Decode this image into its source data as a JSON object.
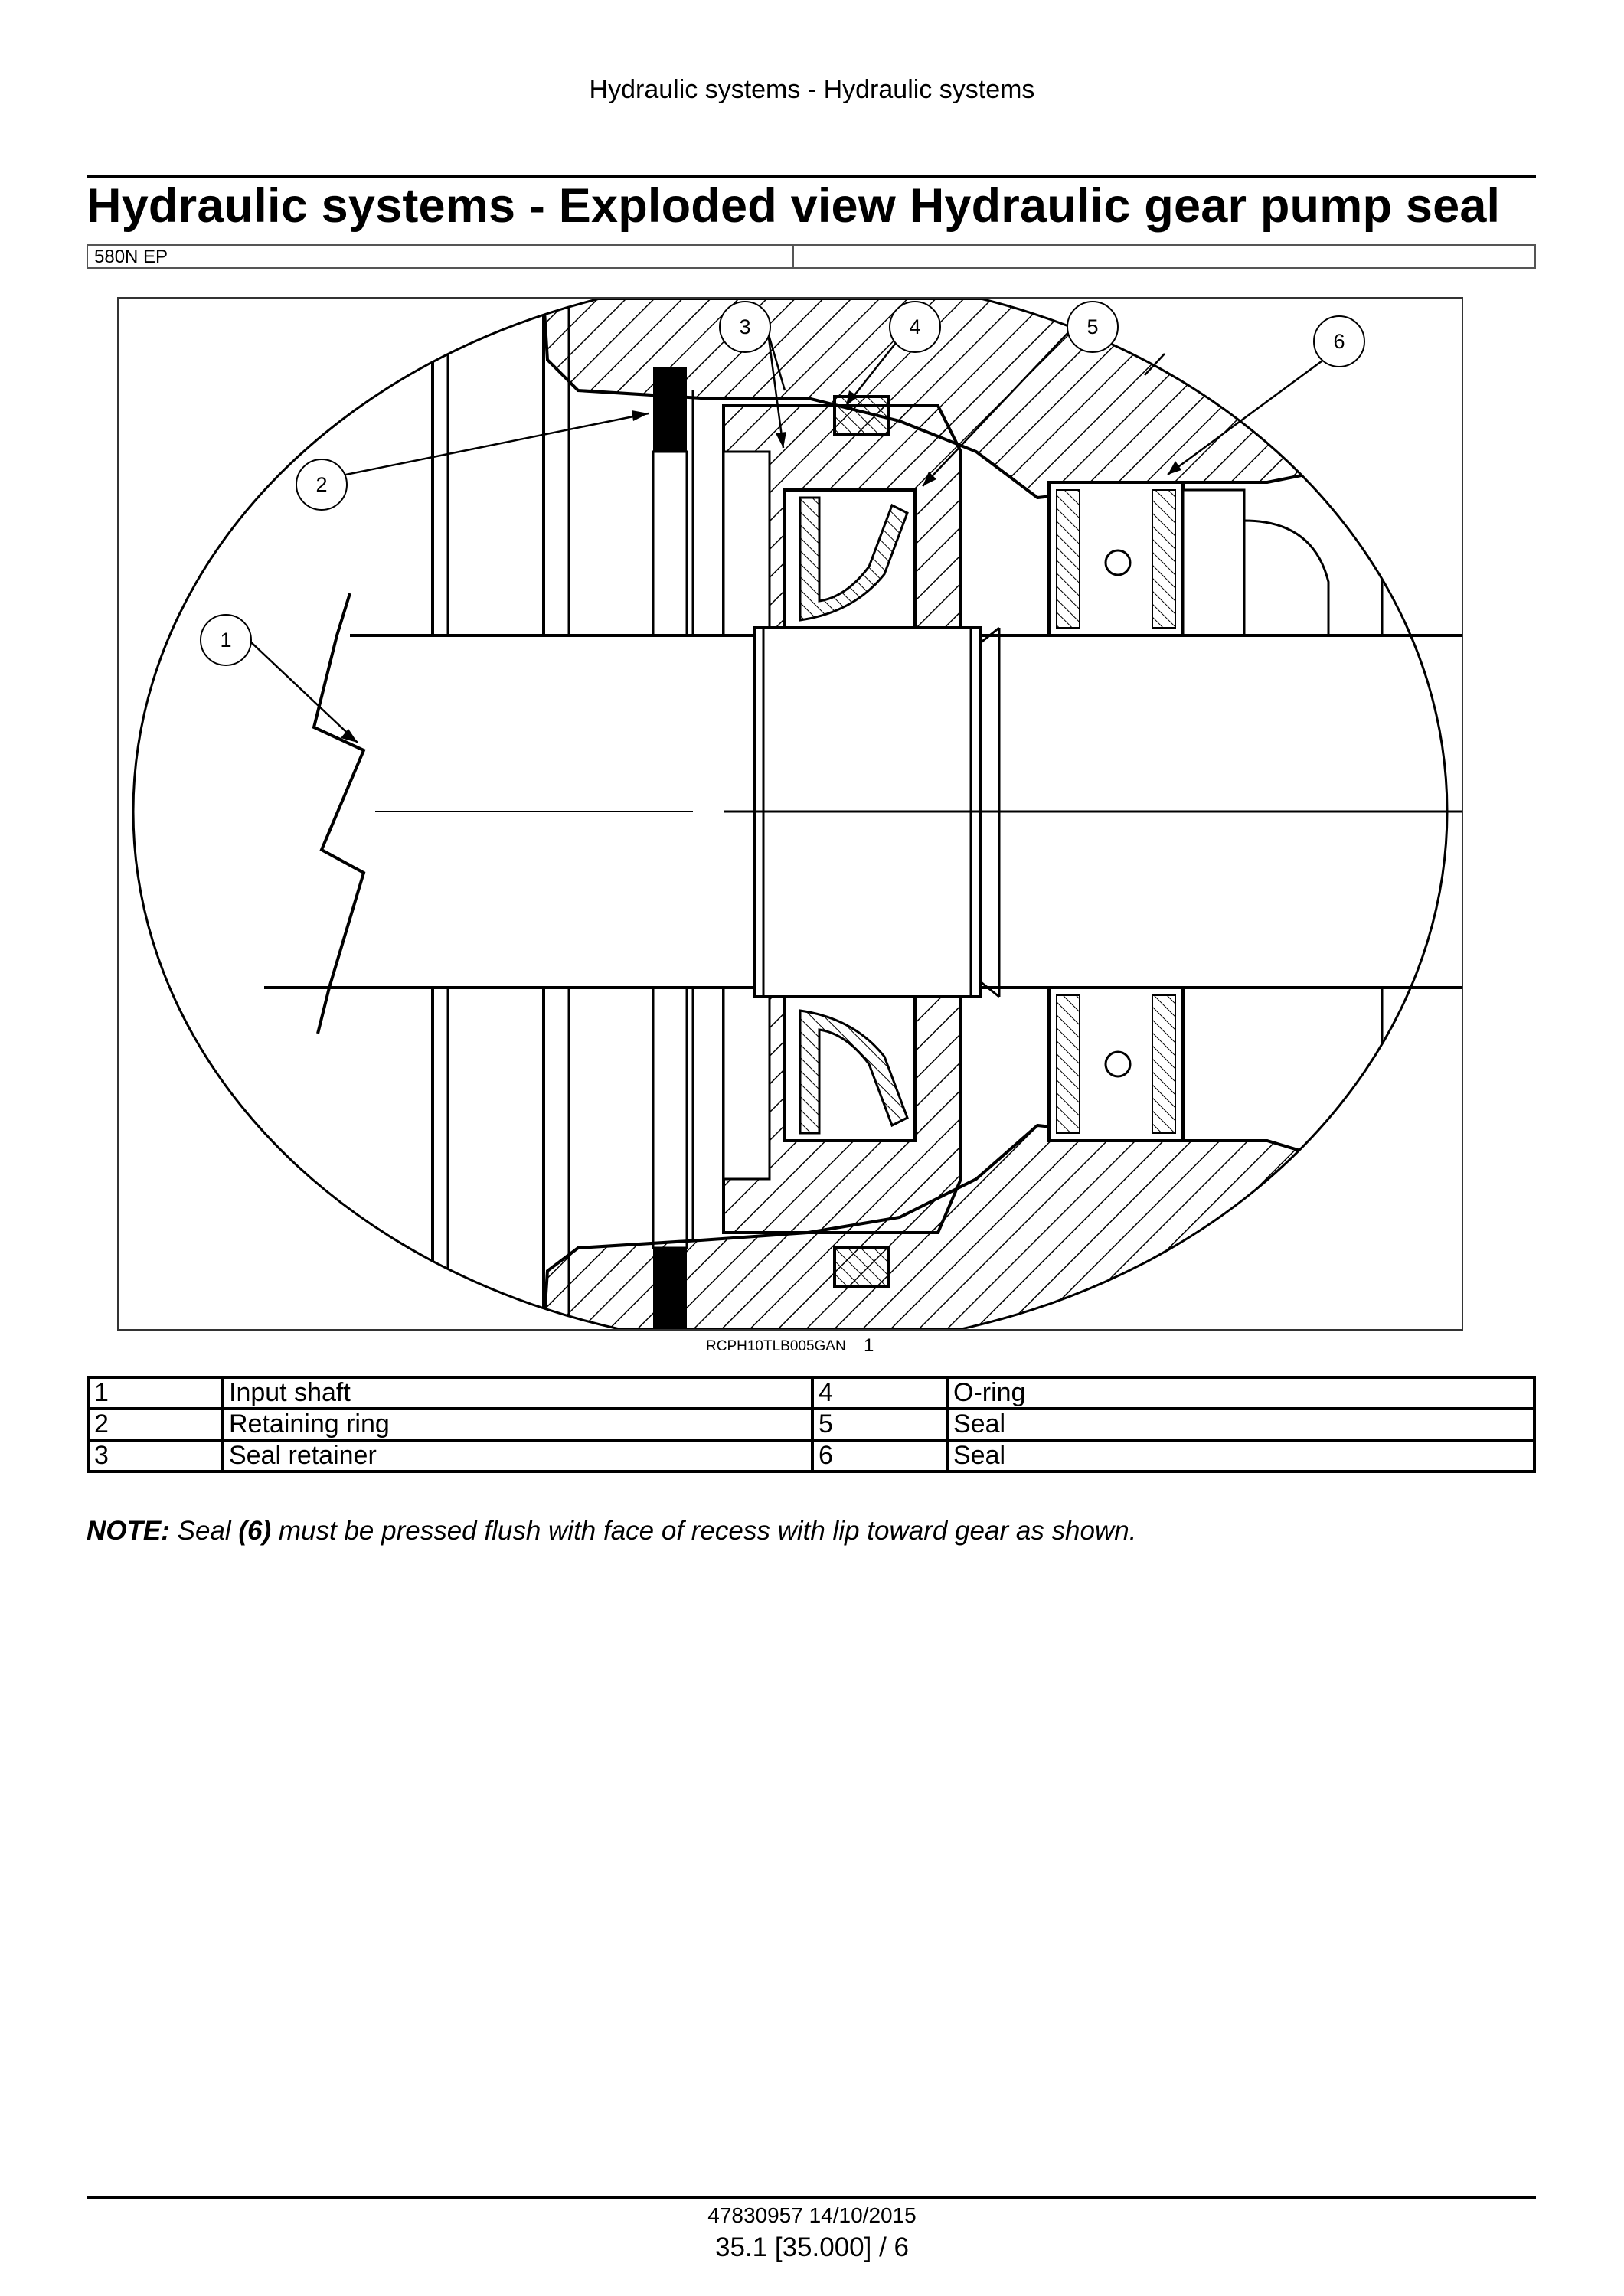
{
  "header": {
    "running_title": "Hydraulic systems - Hydraulic systems"
  },
  "page_title": "Hydraulic systems - Exploded view Hydraulic gear pump seal",
  "model": {
    "name": "580N EP",
    "extra": ""
  },
  "figure": {
    "reference": "RCPH10TLB005GAN",
    "number": "1",
    "callouts": [
      "1",
      "2",
      "3",
      "4",
      "5",
      "6"
    ]
  },
  "legend": [
    {
      "left_num": "1",
      "left_label": "Input shaft",
      "right_num": "4",
      "right_label": "O-ring"
    },
    {
      "left_num": "2",
      "left_label": "Retaining ring",
      "right_num": "5",
      "right_label": "Seal"
    },
    {
      "left_num": "3",
      "left_label": "Seal retainer",
      "right_num": "6",
      "right_label": "Seal"
    }
  ],
  "note": {
    "label": "NOTE:",
    "text_before": " Seal ",
    "ref": "(6)",
    "text_after": " must be pressed flush with face of recess with lip toward gear as shown."
  },
  "footer": {
    "doc_id": "47830957 14/10/2015",
    "page": "35.1 [35.000] / 6"
  }
}
